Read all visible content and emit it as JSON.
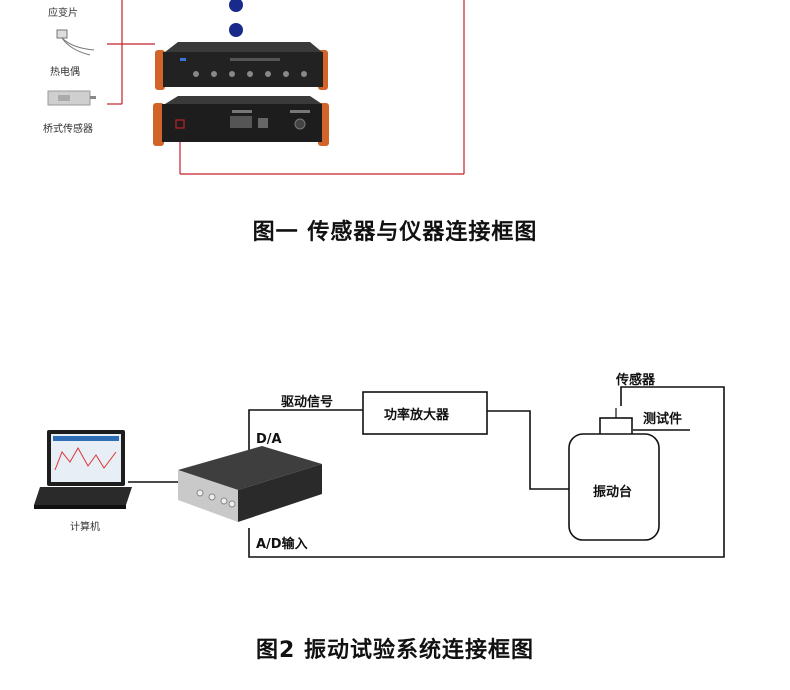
{
  "figure1": {
    "sensors": {
      "strain_gauge": "应变片",
      "thermocouple": "热电偶",
      "load_cell": "桥式传感器"
    },
    "caption": "图一 传感器与仪器连接框图"
  },
  "figure2": {
    "drive_signal": "驱动信号",
    "power_amplifier": "功率放大器",
    "sensor": "传感器",
    "specimen": "测试件",
    "shaker": "振动台",
    "da": "D/A",
    "ad_input": "A/D输入",
    "computer": "计算机",
    "caption": "图2 振动试验系统连接框图"
  },
  "colors": {
    "accent_red": "#c0202a",
    "wire": "#111111",
    "dot_blue": "#1a2a8a",
    "device_orange": "#d2642a"
  }
}
